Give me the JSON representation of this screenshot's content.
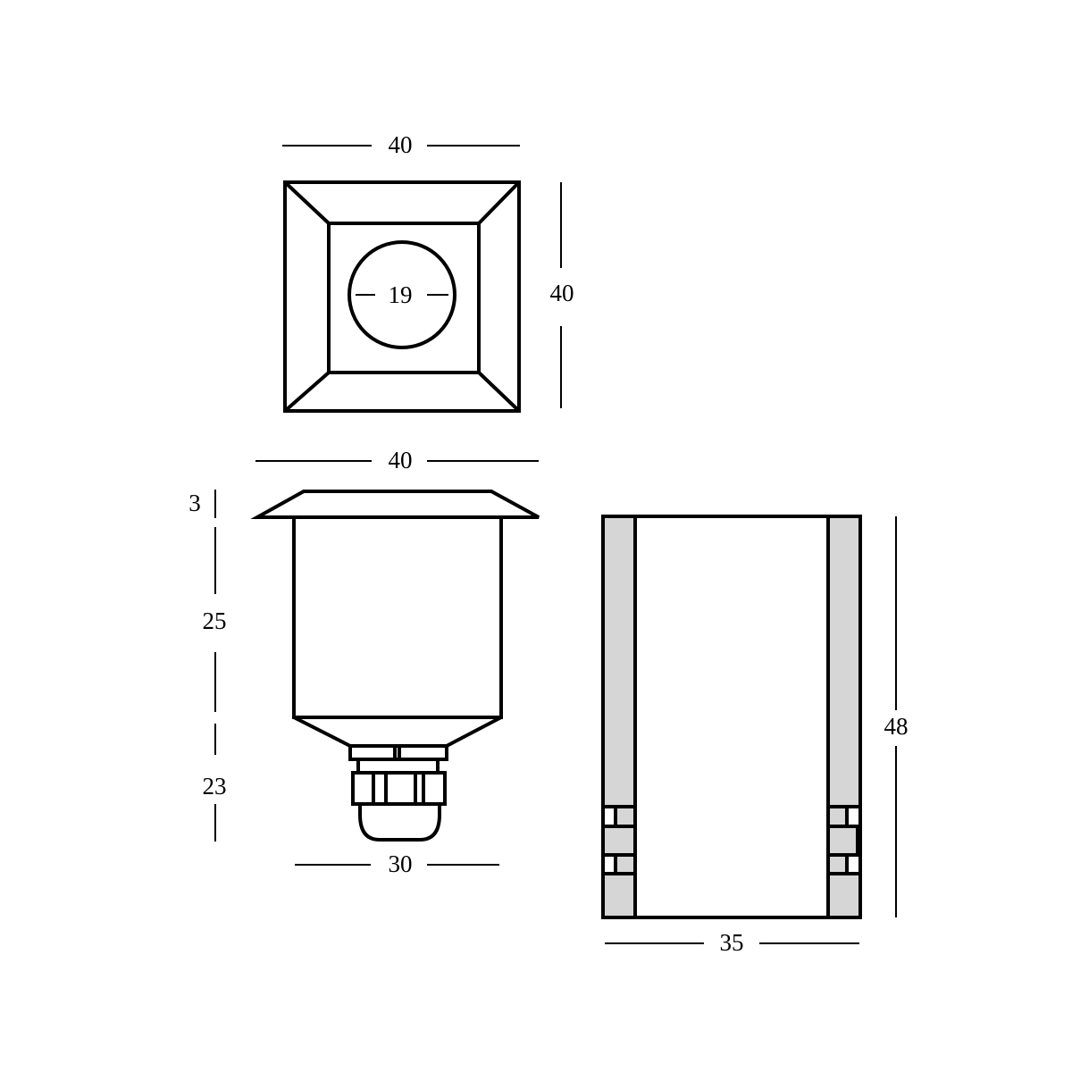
{
  "top_view": {
    "width_label": "40",
    "height_label": "40",
    "lens_diameter_label": "19"
  },
  "side_view": {
    "width_label": "40",
    "flange_height_label": "3",
    "body_height_label": "25",
    "gland_height_label": "23",
    "bottom_width_label": "30"
  },
  "section_view": {
    "width_label": "35",
    "height_label": "48"
  },
  "colors": {
    "line": "#000000",
    "hatch_fill": "#d6d6d6",
    "background": "#ffffff"
  }
}
